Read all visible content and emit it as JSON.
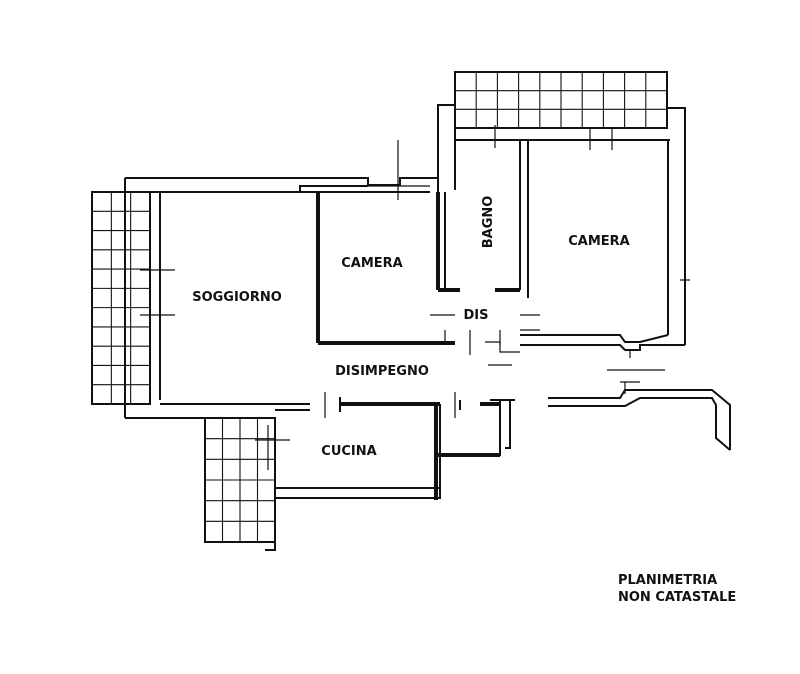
{
  "rooms": {
    "soggiorno": "SOGGIORNO",
    "camera_left": "CAMERA",
    "bagno": "BAGNO",
    "camera_right": "CAMERA",
    "dis": "DIS",
    "disimpegno": "DISIMPEGNO",
    "cucina": "CUCINA"
  },
  "note": {
    "line1": "PLANIMETRIA",
    "line2": "NON CATASTALE"
  }
}
